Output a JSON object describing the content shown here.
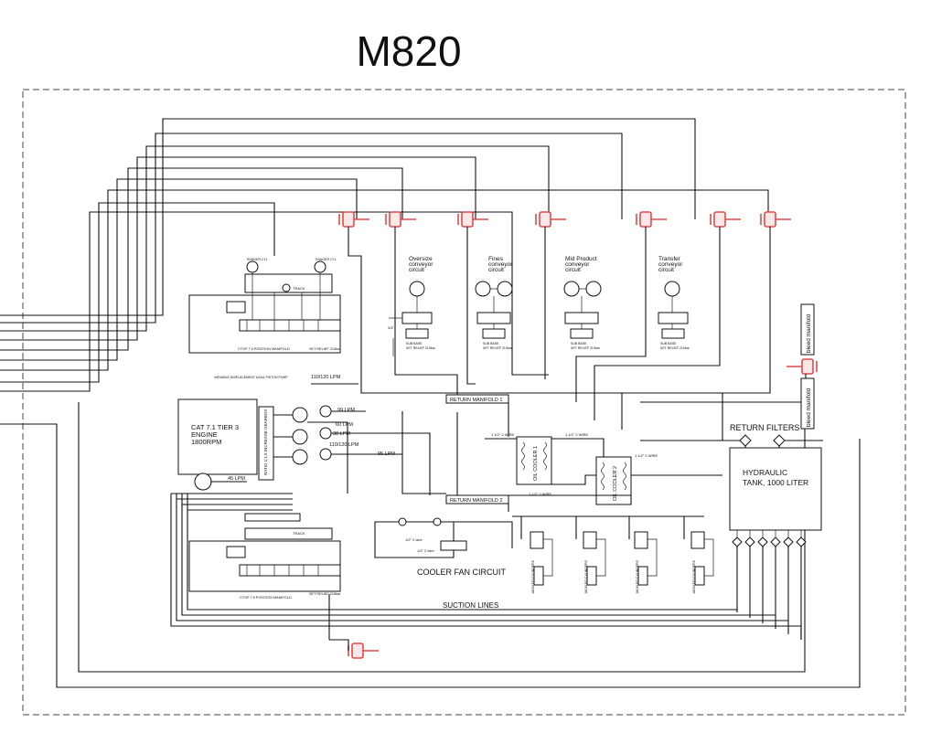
{
  "title": "M820",
  "engine": {
    "line1": "CAT 7.1 TIER 3",
    "line2": "ENGINE",
    "line3": "1800RPM"
  },
  "gearbox_label": "RATIO 1:1.5 INCREASE GEARBOX",
  "pump_note": "VARIABLE DISPLACEMENT AXIAL PISTON PUMP",
  "flows": {
    "f1": "110/120 LPM",
    "f2": "99 LPM",
    "f3": "60 LPM",
    "f4": "38 LPM",
    "f5": "110/120 LPM",
    "f6": "95 LPM",
    "f7": "45 LPM"
  },
  "circuits": {
    "oversize": [
      "Oversize",
      "conveyor",
      "circuit"
    ],
    "fines": [
      "Fines",
      "conveyor",
      "circuit"
    ],
    "mid": [
      "Mid Product",
      "conveyor",
      "circuit"
    ],
    "transfer": [
      "Transfer",
      "conveyor",
      "circuit"
    ]
  },
  "return_manifold_1": "RETURN MANIFOLD 1",
  "return_manifold_2": "RETURN MANIFOLD 2",
  "return_filters": "RETURN FILTERS",
  "tank": [
    "HYDRAULIC",
    "TANK, 1000 LITER"
  ],
  "bleed_manifold": "bleed manifold",
  "oil_cooler_1": "OIL COOLER 1",
  "oil_cooler_2": "OIL COOLER 2",
  "cooler_fan": "COOLER FAN CIRCUIT",
  "suction_lines": "SUCTION LINES",
  "manifold_top": "CTOP 7.5 POSITION MANIFOLD",
  "manifold_bottom": "CTOP 7.5 POSITION MANIFOLD",
  "track_label": "TRACK",
  "sub_base": "SUB BASE",
  "set_relief": "SET RELIEF 210bar",
  "hose_labels": {
    "wire_1a": "1 1/2\" 2 WIRE",
    "wire_1b": "1 1/2\" 2 WIRE",
    "wire_2a": "1 1/2\" 2 WIRE",
    "wire_2b": "1 1/2\" 2 WIRE",
    "wire_half": "1/2\" 2 wire",
    "wire_half2": "1/2\" 2 wire",
    "quarter": "3/4\""
  },
  "jack_label": "JACKLEG CYLINDERS"
}
